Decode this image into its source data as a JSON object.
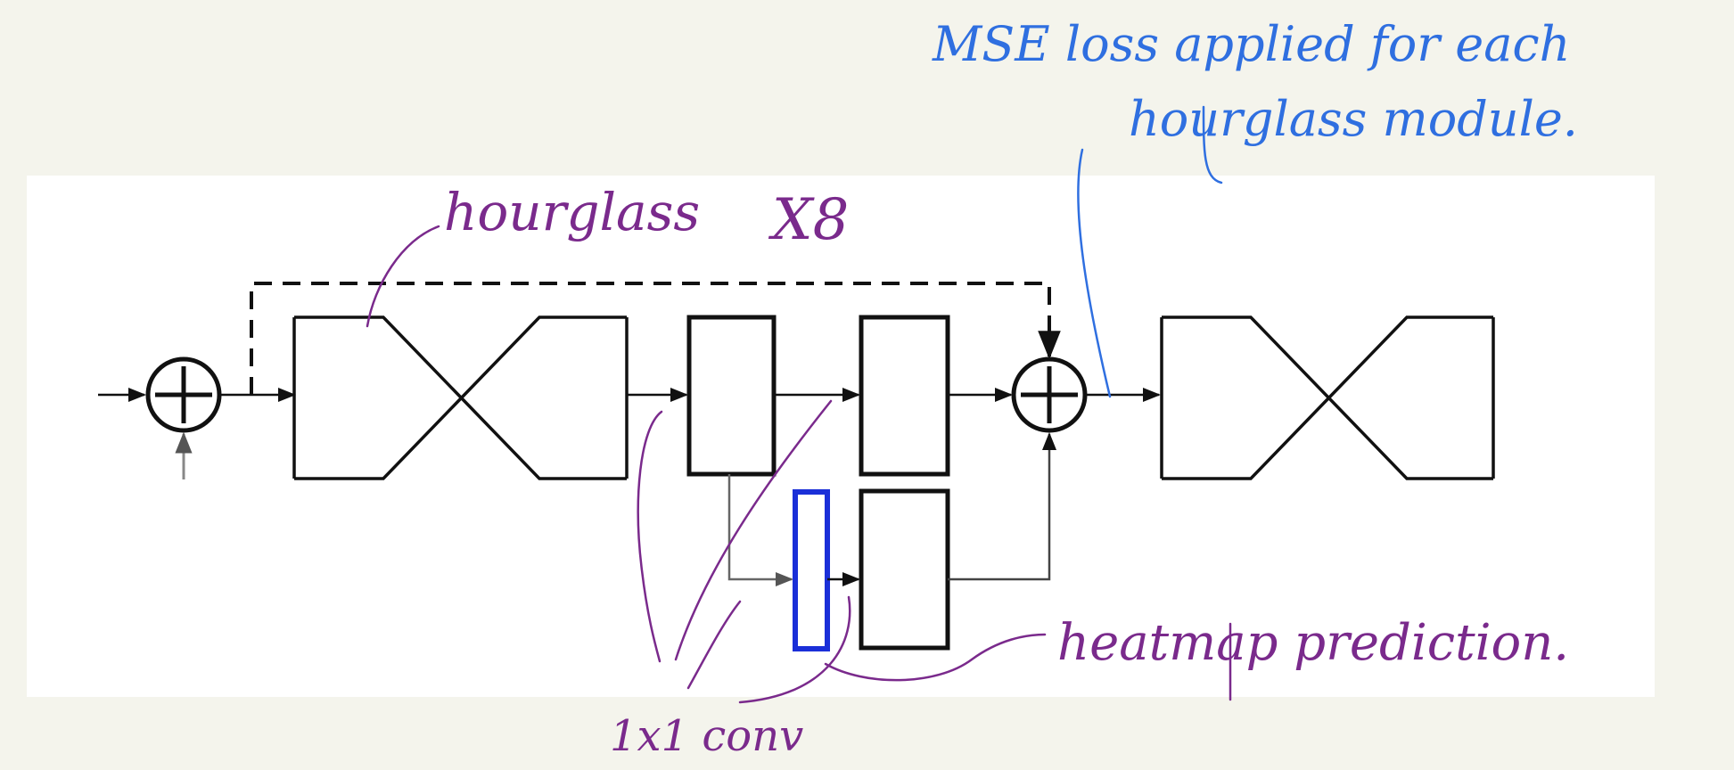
{
  "colors": {
    "background": "#f4f4ec",
    "panel": "#ffffff",
    "ink": "#111111",
    "purple_ink": "#7a2a8c",
    "blue_ink": "#2f6fe0",
    "highlight_blue": "#1a2fd8"
  },
  "annotations": {
    "hourglass": "hourglass",
    "times": "X8",
    "one_by_one_conv": "1x1 conv",
    "heatmap": "heatmap prediction.",
    "mse_line1": "MSE loss applied for each",
    "mse_line2": "hourglass module."
  },
  "icons": [
    "plus-circle-icon",
    "hourglass-icon",
    "arrow-icon"
  ]
}
